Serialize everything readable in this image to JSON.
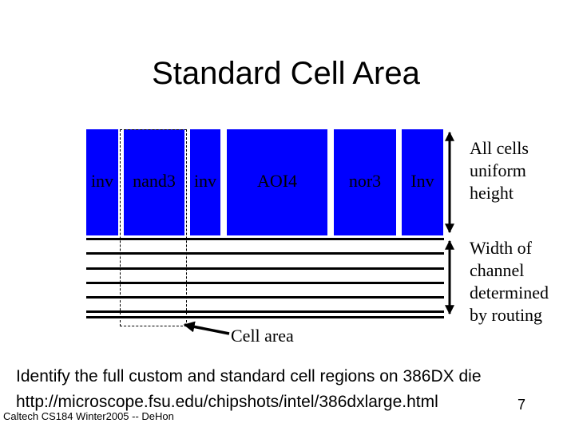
{
  "title": "Standard Cell Area",
  "cells": [
    {
      "label": "inv"
    },
    {
      "label": "nand3"
    },
    {
      "label": "inv"
    },
    {
      "label": "AOI4"
    },
    {
      "label": "nor3"
    },
    {
      "label": "Inv"
    }
  ],
  "channel_lines": 7,
  "annotations": {
    "uniform_height": [
      "All cells",
      "uniform",
      "height"
    ],
    "channel_width": [
      "Width of",
      "channel",
      "determined",
      "by routing"
    ],
    "cell_area": "Cell area"
  },
  "footer": {
    "line1": "Identify the full custom and standard cell regions on 386DX die",
    "line2": "http://microscope.fsu.edu/chipshots/intel/386dxlarge.html",
    "page_number": "7",
    "credit": "Caltech CS184 Winter2005 -- DeHon"
  },
  "colors": {
    "cell_fill": "#0000ff",
    "lines": "#000000"
  }
}
